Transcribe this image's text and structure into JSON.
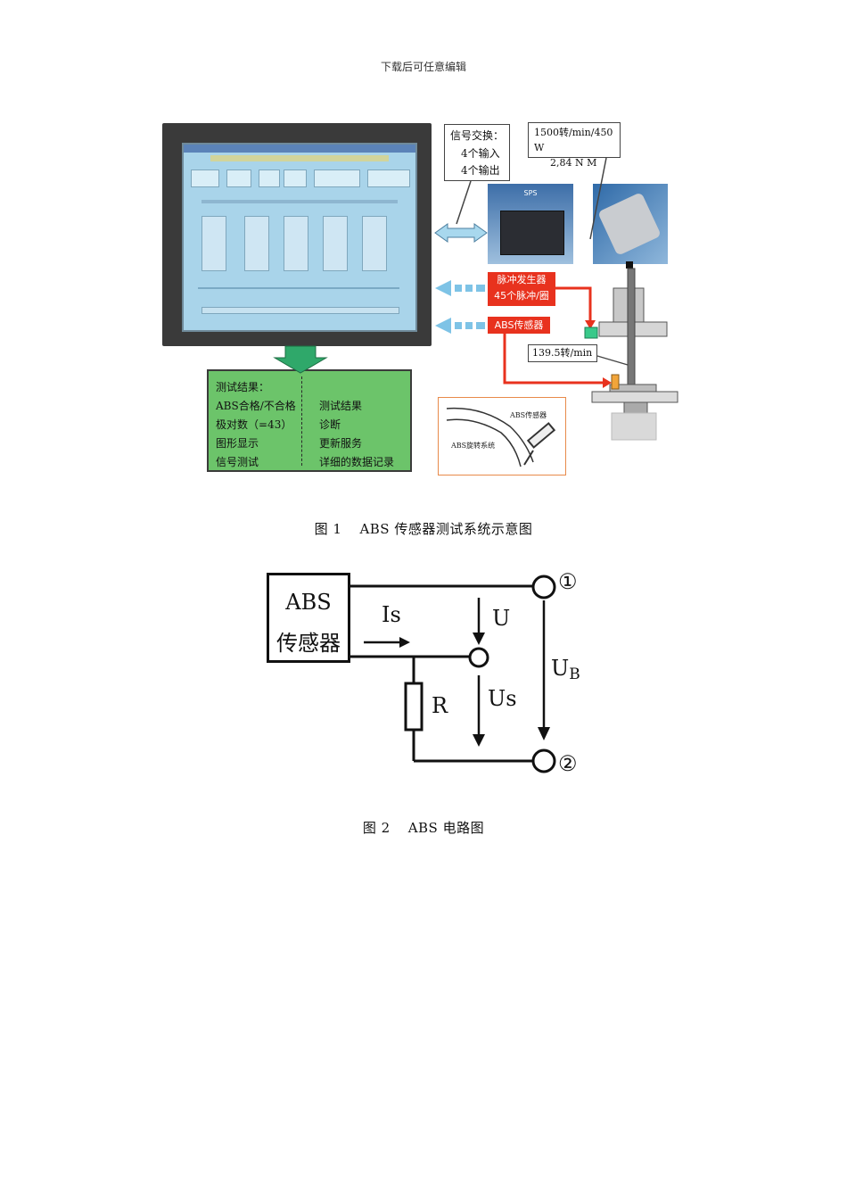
{
  "header_note": "下载后可任意编辑",
  "figure1": {
    "caption_num": "图 1",
    "caption_text": "ABS 传感器测试系统示意图",
    "signal_bubble": [
      "信号交换：",
      "4个输入",
      "4个输出"
    ],
    "motor_bubble": [
      "1500转/min/450 W",
      "2,84 N M"
    ],
    "sps_label": "SPS",
    "pulse_box": [
      "脉冲发生器",
      "45个脉冲/圈"
    ],
    "abs_sensor_box": "ABS传感器",
    "speed_label": "139.5转/min",
    "results_left": [
      "测试结果：",
      "ABS合格/不合格",
      "极对数（=43）",
      "图形显示",
      "信号测试"
    ],
    "results_right": [
      "测试结果",
      "诊断",
      "更新服务",
      "详细的数据记录"
    ],
    "inset_sensor": "ABS传感器",
    "inset_system": "ABS旋转系统"
  },
  "figure2": {
    "caption_num": "图 2",
    "caption_text": "ABS 电路图",
    "box_line1": "ABS",
    "box_line2": "传感器",
    "label_is": "Is",
    "label_u": "U",
    "label_ub_main": "U",
    "label_ub_sub": "B",
    "label_r": "R",
    "label_us": "Us",
    "terminal_1": "①",
    "terminal_2": "②"
  },
  "colors": {
    "red_box": "#e8321e",
    "green_panel": "#6cc46a",
    "screen": "#a9d4ea",
    "arrow_blue": "#7ec3e6"
  }
}
